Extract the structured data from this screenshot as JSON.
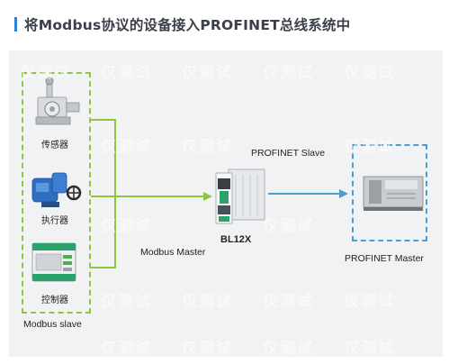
{
  "title": "将Modbus协议的设备接入PROFINET总线系统中",
  "watermark_text": "仅测试",
  "devices": {
    "sensor_label": "传感器",
    "actuator_label": "执行器",
    "controller_label": "控制器"
  },
  "slave_group_label": "Modbus slave",
  "gateway": {
    "model": "BL12X",
    "master_role": "Modbus Master",
    "slave_role": "PROFINET Slave"
  },
  "plc": {
    "role": "PROFINET Master"
  },
  "colors": {
    "green": "#8dc63f",
    "blue": "#4a9fd0",
    "accent": "#2f7fd0"
  }
}
